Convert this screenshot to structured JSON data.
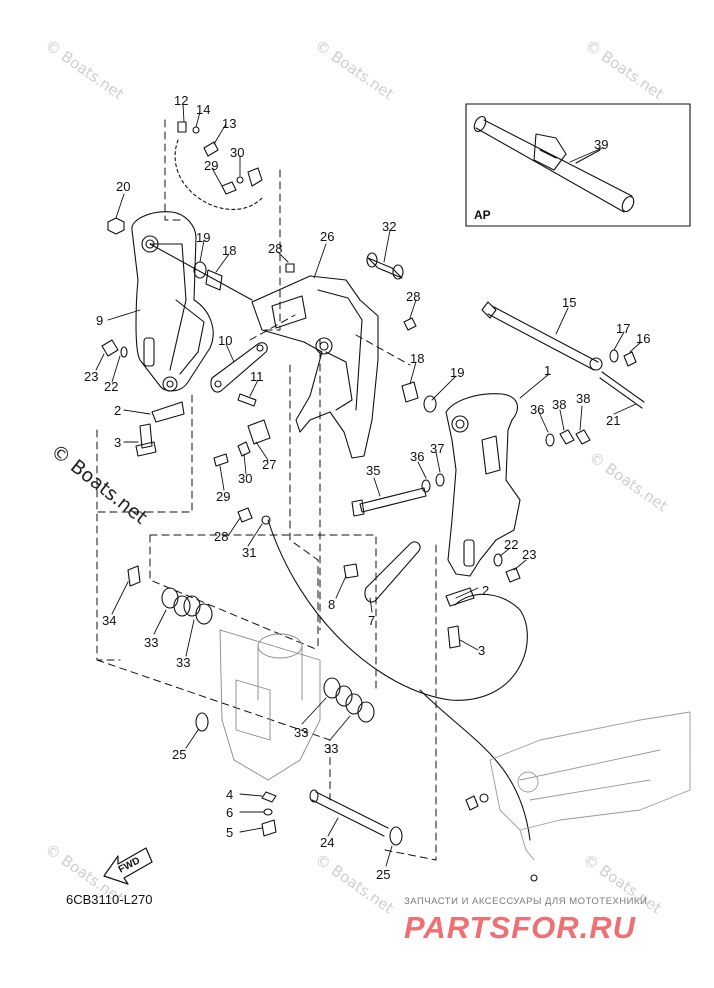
{
  "diagram": {
    "part_code": "6CB3110-L270",
    "inset_label": "AP",
    "fwd_label": "FWD",
    "callouts": {
      "c12": "12",
      "c14": "14",
      "c13": "13",
      "c29a": "29",
      "c30a": "30",
      "c20": "20",
      "c19a": "19",
      "c18a": "18",
      "c28a": "28",
      "c26": "26",
      "c32": "32",
      "c28b": "28",
      "c15": "15",
      "c17": "17",
      "c16": "16",
      "c39": "39",
      "c9": "9",
      "c10": "10",
      "c23a": "23",
      "c22a": "22",
      "c11": "11",
      "c18b": "18",
      "c19b": "19",
      "c1": "1",
      "c36a": "36",
      "c38a": "38",
      "c38b": "38",
      "c21": "21",
      "c2a": "2",
      "c3a": "3",
      "c27": "27",
      "c30b": "30",
      "c37": "37",
      "c36b": "36",
      "c29b": "29",
      "c35": "35",
      "c28c": "28",
      "c31": "31",
      "c22b": "22",
      "c23b": "23",
      "c8": "8",
      "c2b": "2",
      "c7": "7",
      "c34": "34",
      "c3b": "3",
      "c33a": "33",
      "c33b": "33",
      "c33c": "33",
      "c33d": "33",
      "c25a": "25",
      "c4": "4",
      "c6": "6",
      "c5": "5",
      "c24": "24",
      "c25b": "25"
    }
  },
  "watermark": {
    "small_text": "© Boats.net",
    "large_text": "© Boats.net"
  },
  "shop": {
    "tagline": "ЗАПЧАСТИ И АКСЕССУАРЫ ДЛЯ МОТОТЕХНИКИ",
    "logo_text": "PARTSFOR.RU"
  }
}
